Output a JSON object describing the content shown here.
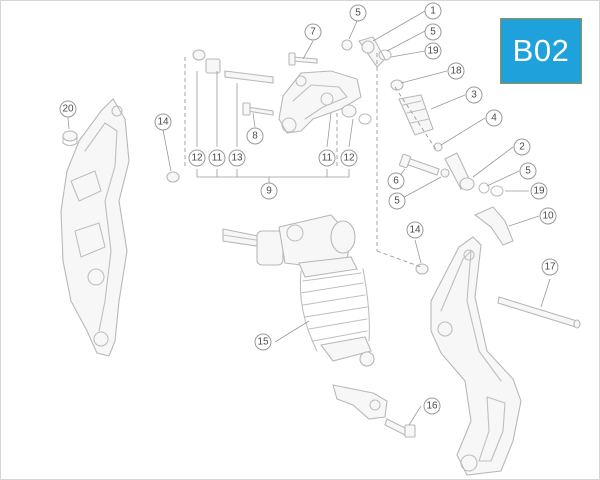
{
  "badge": {
    "label": "B02",
    "color": "#1fa2dc"
  },
  "callouts": {
    "c1": "1",
    "c2": "2",
    "c3": "3",
    "c4": "4",
    "c5a": "5",
    "c5b": "5",
    "c5c": "5",
    "c5d": "5",
    "c6": "6",
    "c7": "7",
    "c8": "8",
    "c9": "9",
    "c10": "10",
    "c11a": "11",
    "c11b": "11",
    "c12a": "12",
    "c12b": "12",
    "c13": "13",
    "c14a": "14",
    "c14b": "14",
    "c15": "15",
    "c16": "16",
    "c17": "17",
    "c18": "18",
    "c19a": "19",
    "c19b": "19",
    "c20": "20"
  }
}
